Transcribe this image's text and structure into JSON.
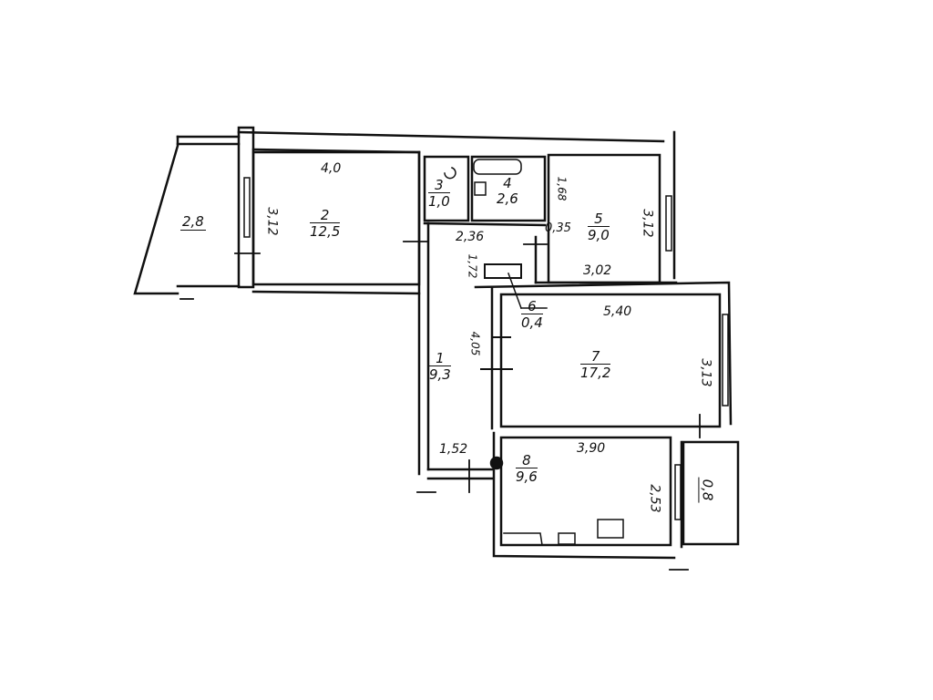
{
  "plan": {
    "rooms": [
      {
        "number": "1",
        "area": "9,3"
      },
      {
        "number": "2",
        "area": "12,5"
      },
      {
        "number": "3",
        "area": "1,0"
      },
      {
        "number": "4",
        "area": "2,6"
      },
      {
        "number": "5",
        "area": "9,0"
      },
      {
        "number": "6",
        "area": "0,4"
      },
      {
        "number": "7",
        "area": "17,2"
      },
      {
        "number": "8",
        "area": "9,6"
      }
    ],
    "balconies": [
      {
        "area": "2,8"
      },
      {
        "area": "0,8"
      }
    ],
    "dimensions": {
      "room2_width": "4,0",
      "room2_depth": "3,12",
      "corridor_width": "2,36",
      "corridor_depth": "1,72",
      "offset": "0,35",
      "room5_side": "1,68",
      "room5_depth": "3,12",
      "room5_width": "3,02",
      "hall_length": "4,05",
      "room7_width": "5,40",
      "room7_depth": "3,13",
      "hall_bottom": "1,52",
      "kitchen_width": "3,90",
      "kitchen_depth": "2,53"
    }
  }
}
